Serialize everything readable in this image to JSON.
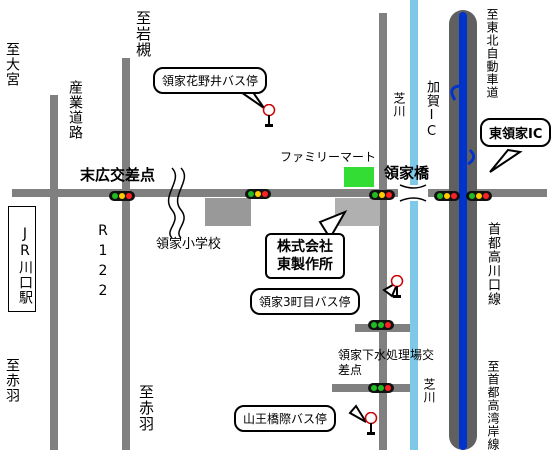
{
  "colors": {
    "road": "#808080",
    "river": "#7ec8e8",
    "expressway": "#606060",
    "expressway_line": "#0033cc",
    "familymart": "#33dd33",
    "building": "#999999",
    "signal_red": "#ff2222",
    "signal_yellow": "#ffcc00",
    "signal_green": "#22bb22"
  },
  "labels": {
    "to_omiya": "至大宮",
    "jr_station": "JR川口駅",
    "to_akabane_left": "至赤羽",
    "sangyo_road": "産業道路",
    "r122": "R122",
    "to_iwatsuki": "至岩槻",
    "to_akabane_center": "至赤羽",
    "suehiro_intersection": "末広交差点",
    "elementary_school": "領家小学校",
    "familymart": "ファミリーマート",
    "ryoke_bridge": "領家橋",
    "shiba_river_top": "芝川",
    "kaga_ic": "加賀IC",
    "to_tohoku_expressway": "至東北自動車道",
    "shuto_kawaguchi_line": "首都高川口線",
    "to_shuto_wangan": "至首都高湾岸線",
    "sewage_intersection": "領家下水処理場交差点",
    "shiba_river_bottom": "芝川"
  },
  "callouts": {
    "hananoi_bus_stop": "領家花野井バス停",
    "higashi_ryoke_ic": "東領家IC",
    "ryoke3_bus_stop": "領家3町目バス停",
    "sanno_bus_stop": "山王橋際バス停"
  },
  "company": {
    "line1": "株式会社",
    "line2": "東製作所"
  }
}
